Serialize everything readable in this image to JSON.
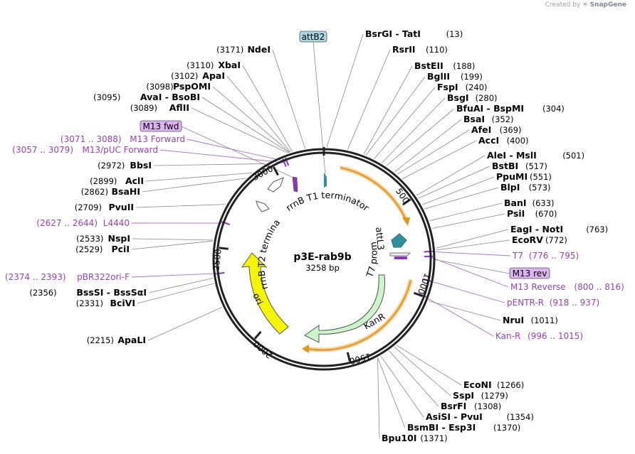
{
  "brand": {
    "prefix": "Created by",
    "logo": "SnapGene"
  },
  "plasmid": {
    "name": "p3E-rab9b",
    "length_label": "3258 bp",
    "length": 3258
  },
  "ticks": [
    "500",
    "1000",
    "1500",
    "2000",
    "2500",
    "3000"
  ],
  "features": {
    "rrnb_t1": "rrnB T1 terminator",
    "rrnb_t2": "rrnB T2 terminator",
    "attl3": "attL3",
    "t7_promoter": "T7 promoter",
    "kanr": "KanR",
    "ori": "ori"
  },
  "boxed_labels": {
    "attb2": "attB2",
    "m13fwd": "M13 fwd",
    "m13rev": "M13 rev"
  },
  "right_sites": [
    {
      "name": "BsrGI  -  TatI",
      "pos": "(13)"
    },
    {
      "name": "RsrII",
      "pos": "(110)"
    },
    {
      "name": "BstEII",
      "pos": "(188)"
    },
    {
      "name": "BglII",
      "pos": "(199)"
    },
    {
      "name": "FspI",
      "pos": "(240)"
    },
    {
      "name": "BsgI",
      "pos": "(280)"
    },
    {
      "name": "BfuAI  -  BspMI",
      "pos": "(304)"
    },
    {
      "name": "BsaI",
      "pos": "(352)"
    },
    {
      "name": "AfeI",
      "pos": "(369)"
    },
    {
      "name": "AccI",
      "pos": "(400)"
    },
    {
      "name": "AleI  -  MslI",
      "pos": "(501)"
    },
    {
      "name": "BstBI",
      "pos": "(517)"
    },
    {
      "name": "PpuMI",
      "pos": "(551)"
    },
    {
      "name": "BlpI",
      "pos": "(573)"
    },
    {
      "name": "BanI",
      "pos": "(633)"
    },
    {
      "name": "PsiI",
      "pos": "(670)"
    },
    {
      "name": "EagI  -  NotI",
      "pos": "(763)"
    },
    {
      "name": "EcoRV",
      "pos": "(772)"
    },
    {
      "name": "NruI",
      "pos": "(1011)"
    },
    {
      "name": "EcoNI",
      "pos": "(1266)"
    },
    {
      "name": "SspI",
      "pos": "(1279)"
    },
    {
      "name": "BsrFI",
      "pos": "(1308)"
    },
    {
      "name": "AsiSI  -  PvuI",
      "pos": "(1354)"
    },
    {
      "name": "BsmBI  -  Esp3I",
      "pos": "(1370)"
    },
    {
      "name": "Bpu10I",
      "pos": "(1371)"
    }
  ],
  "right_primers": [
    {
      "name": "T7",
      "pos": "(776 .. 795)"
    },
    {
      "name": "M13 Reverse",
      "pos": "(800 .. 816)"
    },
    {
      "name": "pENTR-R",
      "pos": "(918 .. 937)"
    },
    {
      "name": "Kan-R",
      "pos": "(996 .. 1015)"
    }
  ],
  "left_sites": [
    {
      "name": "NdeI",
      "pos": "(3171)"
    },
    {
      "name": "XbaI",
      "pos": "(3110)"
    },
    {
      "name": "ApaI",
      "pos": "(3102)"
    },
    {
      "name": "PspOMI",
      "pos": "(3098)"
    },
    {
      "name": "AvaI  -  BsoBI",
      "pos": "(3095)"
    },
    {
      "name": "AflII",
      "pos": "(3089)"
    },
    {
      "name": "BbsI",
      "pos": "(2972)"
    },
    {
      "name": "AclI",
      "pos": "(2899)"
    },
    {
      "name": "BsaHI",
      "pos": "(2862)"
    },
    {
      "name": "PvuII",
      "pos": "(2709)"
    },
    {
      "name": "NspI",
      "pos": "(2533)"
    },
    {
      "name": "PciI",
      "pos": "(2529)"
    },
    {
      "name": "BssSI  -  BssSαI",
      "pos": "(2356)"
    },
    {
      "name": "BciVI",
      "pos": "(2331)"
    },
    {
      "name": "ApaLI",
      "pos": "(2215)"
    }
  ],
  "left_primers": [
    {
      "name": "M13 Forward",
      "pos": "(3071 .. 3088)"
    },
    {
      "name": "M13/pUC Forward",
      "pos": "(3057 .. 3079)"
    },
    {
      "name": "L4440",
      "pos": "(2627 .. 2644)"
    },
    {
      "name": "pBR322ori-F",
      "pos": "(2374 .. 2393)"
    }
  ],
  "colors": {
    "backbone": "#222222",
    "purple_text": "#9a3fb4",
    "purple_feature": "#8e35c0",
    "orange_arrow": "#e3951c",
    "orange_halo": "#f6d19a",
    "attl3": "#2f8f9b",
    "kanr": "#ccf5cc",
    "ori": "#f5f500",
    "boxed_attb2": "#a9d6e4",
    "boxed_m13": "#dcb3f0"
  }
}
